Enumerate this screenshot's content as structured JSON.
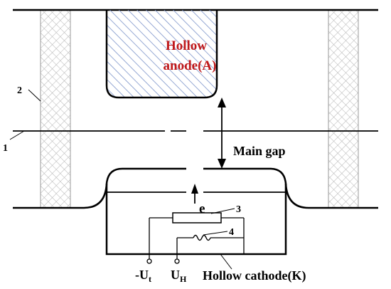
{
  "labels": {
    "anode_line1": "Hollow",
    "anode_line2": "anode(A)",
    "main_gap": "Main gap",
    "electron": "e",
    "cathode": "Hollow cathode(K)",
    "num1": "1",
    "num2": "2",
    "num3": "3",
    "num4": "4",
    "minus_ut_main": "-U",
    "minus_ut_sub": "t",
    "uh_main": "U",
    "uh_sub": "H"
  },
  "colors": {
    "anode_text": "#c0181a",
    "anode_hatch": "#7b93c9",
    "insulator_crosshatch": "#b8b8b8",
    "line": "#000000"
  }
}
